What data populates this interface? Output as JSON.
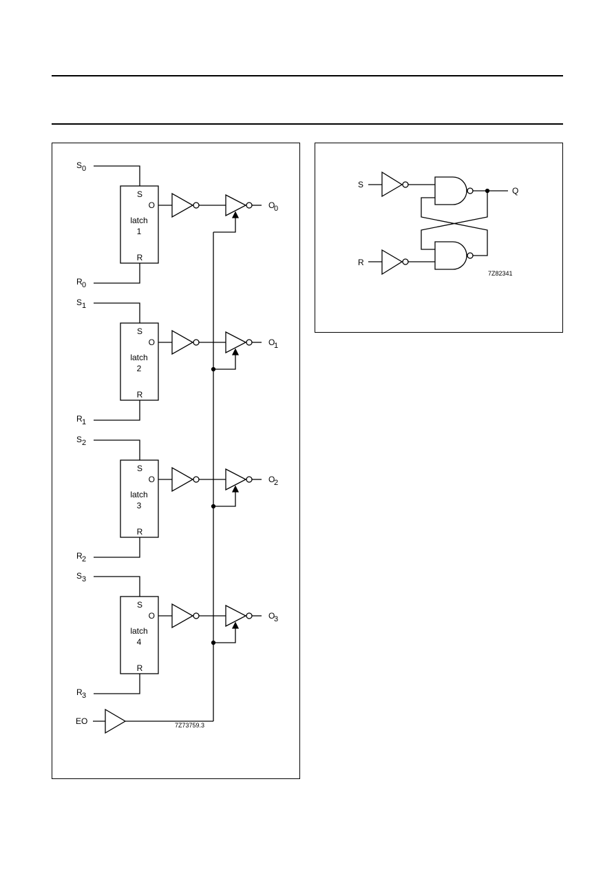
{
  "left_figure": {
    "code": "7Z73759.3",
    "latches": [
      {
        "s_base": "S",
        "s_sub": "0",
        "r_base": "R",
        "r_sub": "0",
        "s_pin": "S",
        "r_pin": "R",
        "o_pin": "O",
        "name": "latch",
        "number": "1",
        "out_base": "O",
        "out_sub": "0"
      },
      {
        "s_base": "S",
        "s_sub": "1",
        "r_base": "R",
        "r_sub": "1",
        "s_pin": "S",
        "r_pin": "R",
        "o_pin": "O",
        "name": "latch",
        "number": "2",
        "out_base": "O",
        "out_sub": "1"
      },
      {
        "s_base": "S",
        "s_sub": "2",
        "r_base": "R",
        "r_sub": "2",
        "s_pin": "S",
        "r_pin": "R",
        "o_pin": "O",
        "name": "latch",
        "number": "3",
        "out_base": "O",
        "out_sub": "2"
      },
      {
        "s_base": "S",
        "s_sub": "3",
        "r_base": "R",
        "r_sub": "3",
        "s_pin": "S",
        "r_pin": "R",
        "o_pin": "O",
        "name": "latch",
        "number": "4",
        "out_base": "O",
        "out_sub": "3"
      }
    ],
    "enable_label": "EO"
  },
  "right_figure": {
    "code": "7Z82341",
    "s_label": "S",
    "r_label": "R",
    "q_label": "Q"
  }
}
